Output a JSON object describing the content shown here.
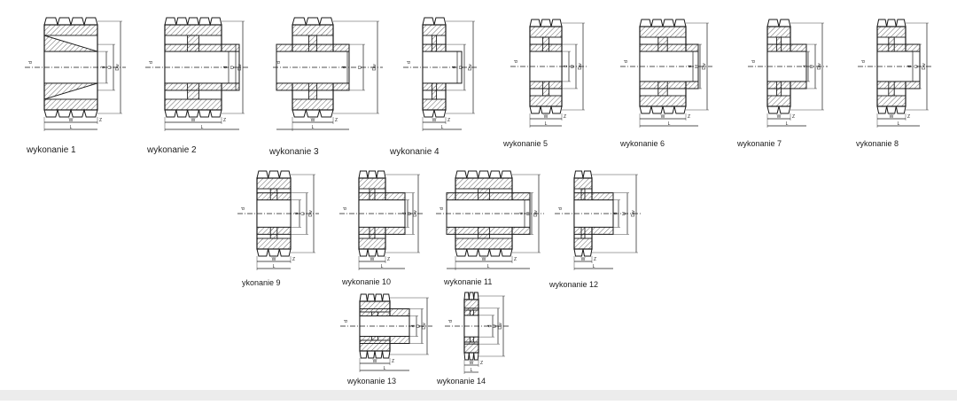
{
  "drawing": {
    "stroke_color": "#1a1a1a",
    "hatch_color": "#555555",
    "paper_color": "#ffffff",
    "footer_color": "#ececec",
    "variants": [
      {
        "id": 1,
        "caption": "wykonanie 1",
        "dims": [
          "L",
          "W",
          "Z",
          "d",
          "U",
          "Dw"
        ]
      },
      {
        "id": 2,
        "caption": "wykonanie 2",
        "dims": [
          "L",
          "W",
          "Z",
          "d",
          "U",
          "Dw"
        ]
      },
      {
        "id": 3,
        "caption": "wykonanie 3",
        "dims": [
          "L",
          "W",
          "Z",
          "d",
          "U",
          "Dw"
        ]
      },
      {
        "id": 4,
        "caption": "wykonanie 4",
        "dims": [
          "L",
          "W",
          "Z",
          "d",
          "U",
          "Dw"
        ]
      },
      {
        "id": 5,
        "caption": "wykonanie 5",
        "dims": [
          "L",
          "W",
          "Z",
          "d",
          "U",
          "Dw"
        ]
      },
      {
        "id": 6,
        "caption": "wykonanie 6",
        "dims": [
          "L",
          "W",
          "Z",
          "d",
          "U",
          "Dw"
        ]
      },
      {
        "id": 7,
        "caption": "wykonanie 7",
        "dims": [
          "L",
          "W",
          "Z",
          "d",
          "U",
          "Dw"
        ]
      },
      {
        "id": 8,
        "caption": "vykonanie 8",
        "dims": [
          "L",
          "W",
          "Z",
          "d",
          "U",
          "Dw"
        ]
      },
      {
        "id": 9,
        "caption": "ykonanie 9",
        "dims": [
          "L",
          "W",
          "Z",
          "d",
          "U",
          "Dw"
        ]
      },
      {
        "id": 10,
        "caption": "wykonanie 10",
        "dims": [
          "L",
          "W",
          "Z",
          "d",
          "U",
          "Dw"
        ]
      },
      {
        "id": 11,
        "caption": "wykonanie 11",
        "dims": [
          "L",
          "W",
          "Z",
          "d",
          "U",
          "Dw"
        ]
      },
      {
        "id": 12,
        "caption": "wykonanie 12",
        "dims": [
          "L",
          "W",
          "Z",
          "d",
          "U",
          "Dw"
        ]
      },
      {
        "id": 13,
        "caption": "wykonanie 13",
        "dims": [
          "L",
          "W",
          "Z",
          "d",
          "U",
          "Dw"
        ]
      },
      {
        "id": 14,
        "caption": "wykonanie 14",
        "dims": [
          "L",
          "W",
          "Z",
          "d",
          "U",
          "Dw"
        ]
      }
    ]
  }
}
